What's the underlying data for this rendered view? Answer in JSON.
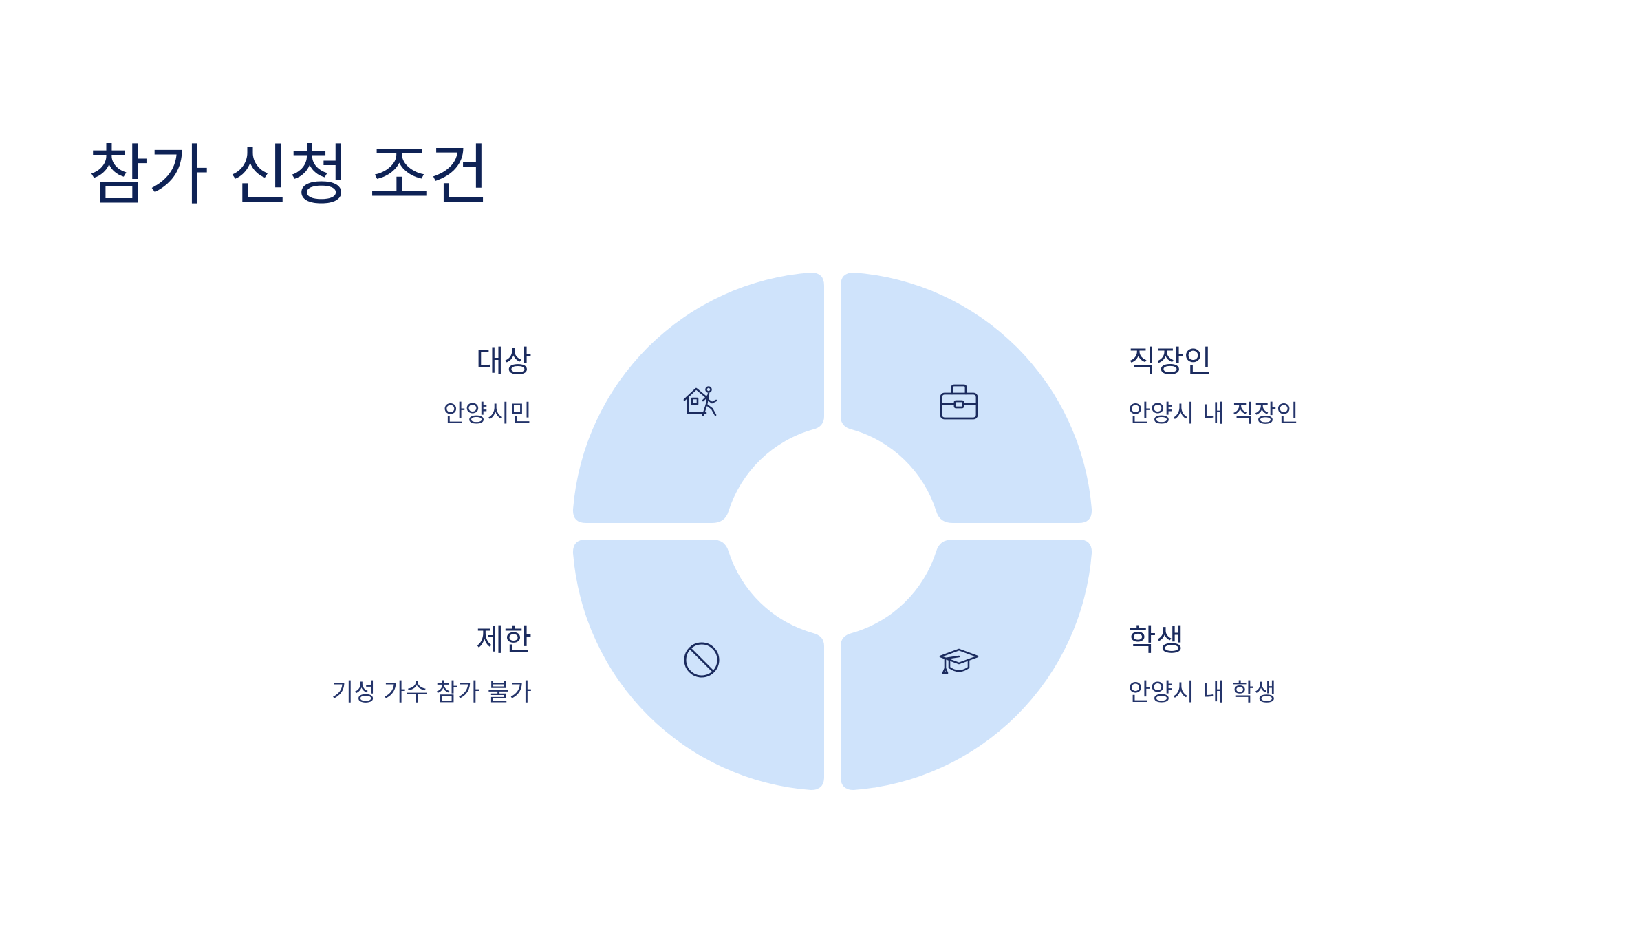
{
  "title": "참가 신청 조건",
  "colors": {
    "segment_fill": "#cfe3fb",
    "text": "#1b2b5e",
    "icon": "#1b2b5e"
  },
  "quadrants": [
    {
      "key": "top-left",
      "title": "대상",
      "description": "안양시민",
      "icon": "home-walking-person-icon"
    },
    {
      "key": "top-right",
      "title": "직장인",
      "description": "안양시 내 직장인",
      "icon": "briefcase-icon"
    },
    {
      "key": "bottom-left",
      "title": "제한",
      "description": "기성 가수 참가 불가",
      "icon": "prohibited-icon"
    },
    {
      "key": "bottom-right",
      "title": "학생",
      "description": "안양시 내 학생",
      "icon": "graduation-cap-icon"
    }
  ]
}
